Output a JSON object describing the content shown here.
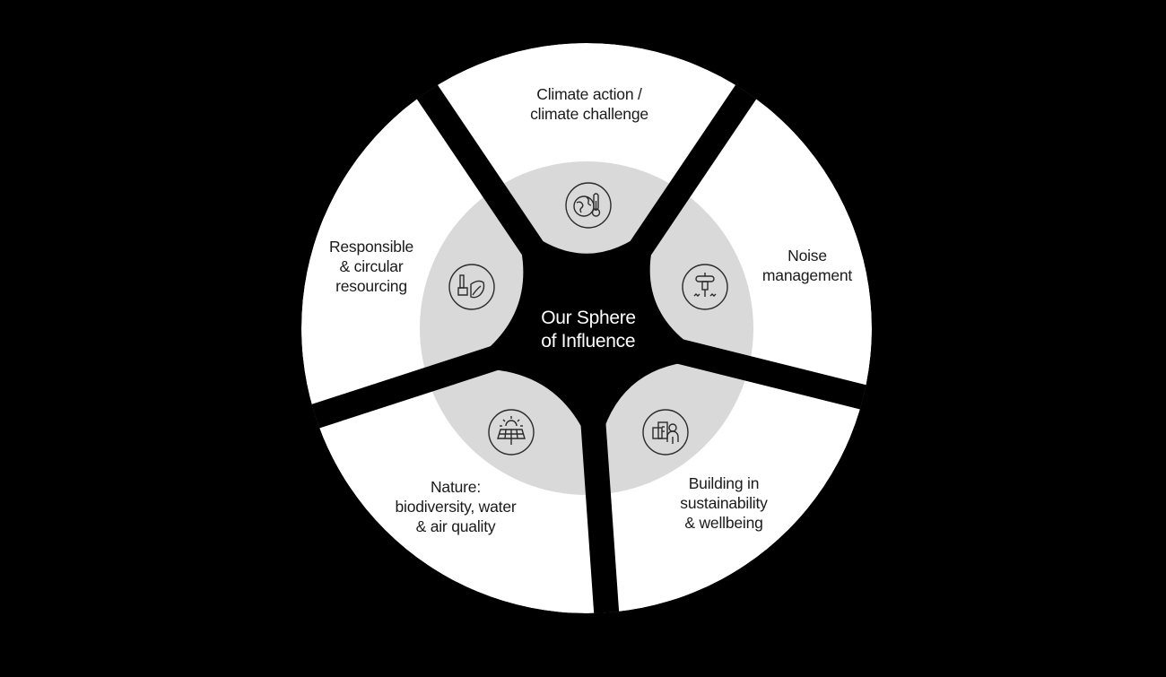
{
  "center": {
    "line1": "Our Sphere",
    "line2": "of Influence"
  },
  "segments": [
    {
      "id": "climate",
      "lines": [
        "Climate action /",
        "climate challenge"
      ],
      "icon": "globe-thermometer-icon"
    },
    {
      "id": "noise",
      "lines": [
        "Noise",
        "management"
      ],
      "icon": "jackhammer-icon"
    },
    {
      "id": "building",
      "lines": [
        "Building in",
        "sustainability",
        "& wellbeing"
      ],
      "icon": "buildings-person-icon"
    },
    {
      "id": "nature",
      "lines": [
        "Nature:",
        "biodiversity, water",
        "& air quality"
      ],
      "icon": "solar-panel-sun-icon"
    },
    {
      "id": "resourcing",
      "lines": [
        "Responsible",
        "& circular",
        "resourcing"
      ],
      "icon": "factory-leaf-icon"
    }
  ],
  "colors": {
    "background": "#000000",
    "segment": "#ffffff",
    "inner_ring": "#d9d9d9",
    "icon_stroke": "#2a2a2a",
    "center_text": "#ffffff"
  }
}
